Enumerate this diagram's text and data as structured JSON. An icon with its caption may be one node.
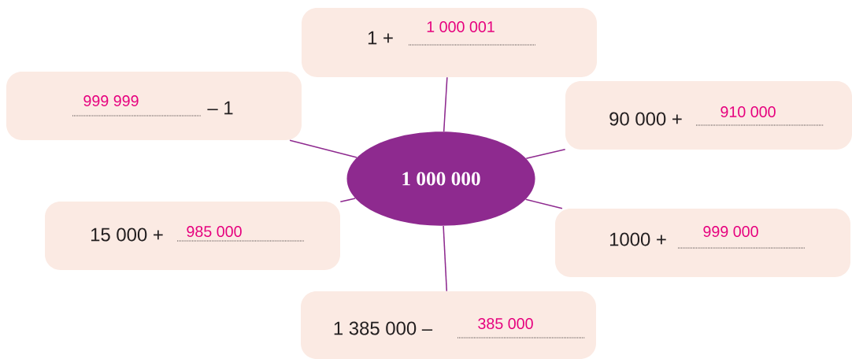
{
  "diagram": {
    "nodes": [
      {
        "text": [
          "1 000 000"
        ]
      },
      {
        "text": [
          "1 +",
          "1 000 001"
        ]
      },
      {
        "text": [
          "999 999",
          "– 1"
        ]
      },
      {
        "text": [
          "90 000 +",
          "910 000"
        ]
      },
      {
        "text": [
          "15 000 +",
          "985 000"
        ]
      },
      {
        "text": [
          "1000 +",
          "999 000"
        ]
      },
      {
        "text": [
          "1 385 000 –",
          "385 000"
        ]
      }
    ],
    "edges": [
      {
        "from": 0,
        "to": 1,
        "arrow": "none"
      },
      {
        "from": 0,
        "to": 2,
        "arrow": "none"
      },
      {
        "from": 0,
        "to": 3,
        "arrow": "none"
      },
      {
        "from": 0,
        "to": 4,
        "arrow": "none"
      },
      {
        "from": 0,
        "to": 5,
        "arrow": "none"
      },
      {
        "from": 0,
        "to": 6,
        "arrow": "none"
      }
    ]
  }
}
